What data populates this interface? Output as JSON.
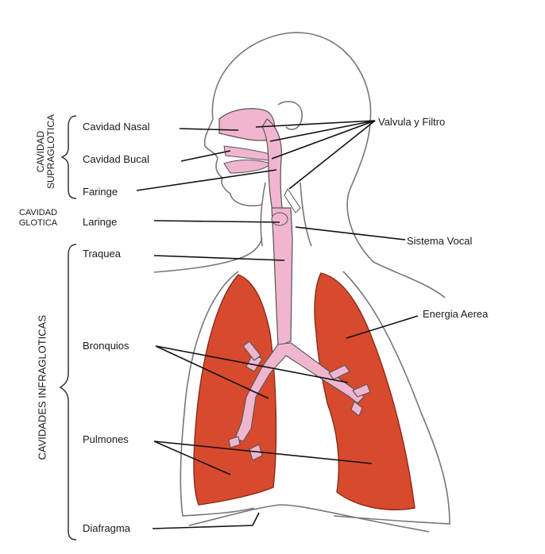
{
  "labels": {
    "cavidad_nasal": "Cavidad Nasal",
    "cavidad_bucal": "Cavidad Bucal",
    "faringe": "Faringe",
    "laringe": "Laringe",
    "traquea": "Traquea",
    "bronquios": "Bronquios",
    "pulmones": "Pulmones",
    "diafragma": "Diafragma",
    "valvula_y_filtro": "Valvula y Filtro",
    "sistema_vocal": "Sistema Vocal",
    "energia_aerea": "Energia Aerea"
  },
  "groups": {
    "supraglotica_line1": "CAVIDAD",
    "supraglotica_line2": "SUPRAGLOTICA",
    "glotica_line1": "CAVIDAD",
    "glotica_line2": "GLOTICA",
    "infragloticas": "CAVIDADES INFRAGLOTICAS"
  },
  "colors": {
    "lung": "#d84a2e",
    "lung_dark": "#b83220",
    "airway": "#f0b6cf",
    "outline": "#555555",
    "leader": "#111111"
  }
}
